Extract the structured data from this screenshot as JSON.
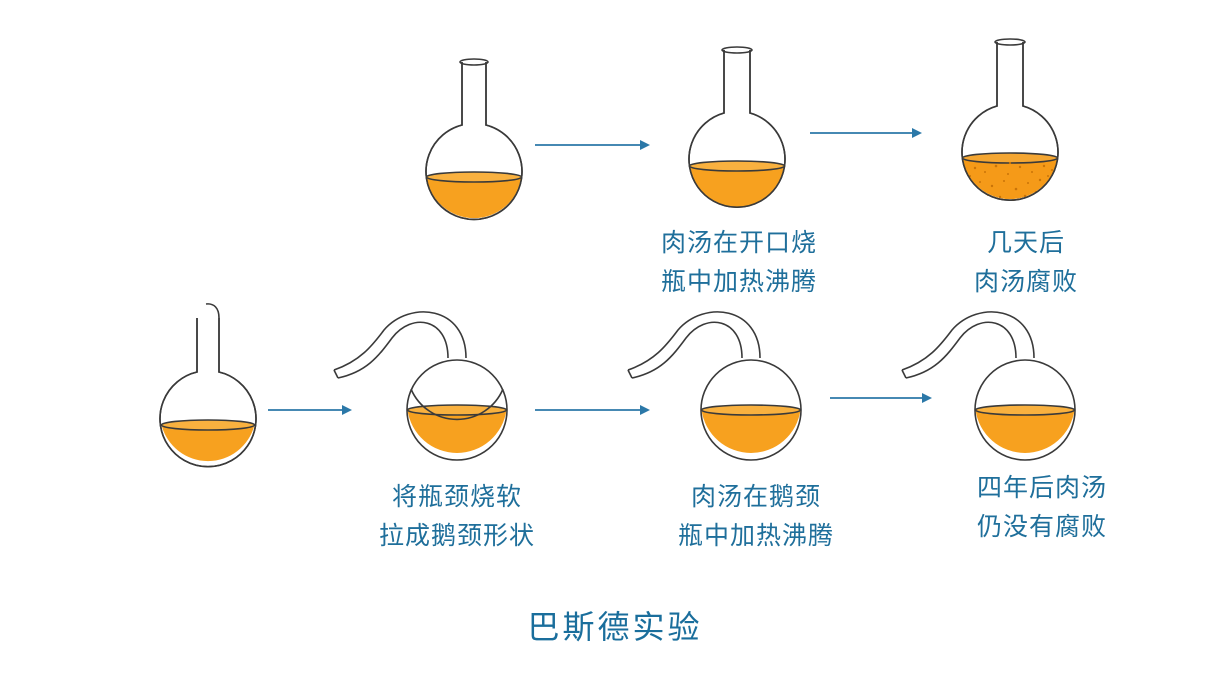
{
  "colors": {
    "broth": "#f7a11f",
    "broth_dark": "#e08b0c",
    "spoiled_speckle": "#c97408",
    "glass_outline": "#3a3a3a",
    "arrow": "#2b78a8",
    "text": "#1f6f9b"
  },
  "steps": [
    {
      "label": [
        "肉汤在开口烧",
        "瓶中加热沸腾"
      ]
    },
    {
      "label": [
        "几天后",
        "肉汤腐败"
      ]
    },
    {
      "label": [
        "将瓶颈烧软",
        "拉成鹅颈形状"
      ]
    },
    {
      "label": [
        "肉汤在鹅颈",
        "瓶中加热沸腾"
      ]
    },
    {
      "label": [
        "四年后肉汤",
        "仍没有腐败"
      ]
    }
  ],
  "title": "巴斯德实验"
}
